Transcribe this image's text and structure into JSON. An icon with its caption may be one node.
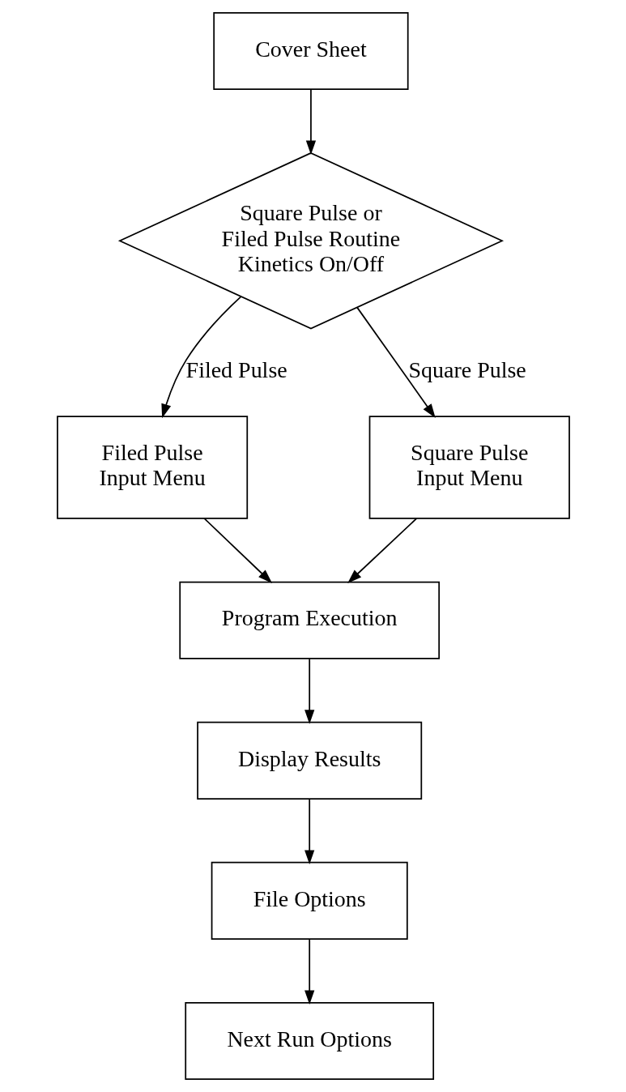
{
  "diagram": {
    "nodes": [
      {
        "text": [
          "Cover Sheet"
        ]
      },
      {
        "text": [
          "Square Pulse or Filed Pulse Routine Kinetics On/Off"
        ]
      },
      {
        "text": [
          "Filed Pulse Input Menu"
        ]
      },
      {
        "text": [
          "Square Pulse Input Menu"
        ]
      },
      {
        "text": [
          "Program Execution"
        ]
      },
      {
        "text": [
          "Display Results"
        ]
      },
      {
        "text": [
          "File Options"
        ]
      },
      {
        "text": [
          "Next Run Options"
        ]
      }
    ],
    "edges": [
      {
        "from": 0,
        "to": 1,
        "arrow": "to"
      },
      {
        "from": 1,
        "to": 2,
        "arrow": "to",
        "label": "Filed Pulse"
      },
      {
        "from": 1,
        "to": 3,
        "arrow": "to",
        "label": "Square Pulse"
      },
      {
        "from": 2,
        "to": 4,
        "arrow": "to"
      },
      {
        "from": 3,
        "to": 4,
        "arrow": "to"
      },
      {
        "from": 4,
        "to": 5,
        "arrow": "to"
      },
      {
        "from": 5,
        "to": 6,
        "arrow": "to"
      },
      {
        "from": 6,
        "to": 7,
        "arrow": "to"
      }
    ]
  }
}
